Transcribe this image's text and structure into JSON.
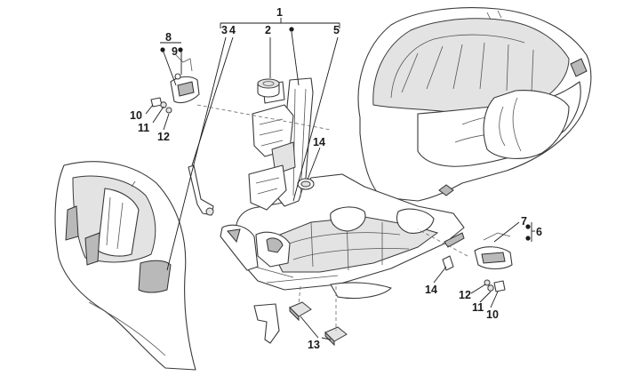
{
  "callouts": {
    "c1": "1",
    "c2": "2",
    "c3": "3",
    "c4": "4",
    "c5": "5",
    "c6": "6",
    "c7": "7",
    "c8": "8",
    "c9": "9",
    "c10a": "10",
    "c11a": "11",
    "c12a": "12",
    "c10b": "10",
    "c11b": "11",
    "c12b": "12",
    "c13": "13",
    "c14a": "14",
    "c14b": "14"
  },
  "colors": {
    "line": "#3a3a3a",
    "text": "#1a1a1a",
    "background": "#ffffff"
  }
}
